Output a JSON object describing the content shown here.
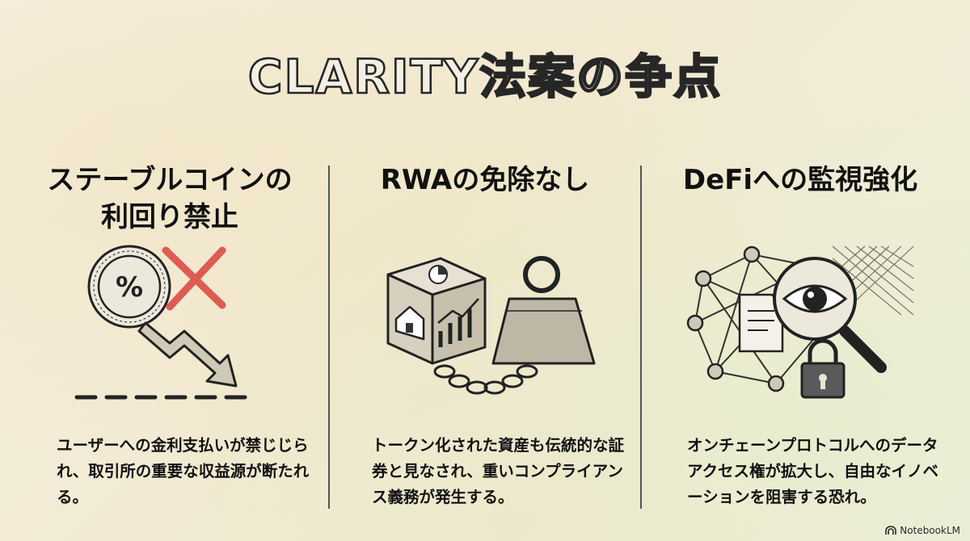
{
  "title": "CLARITY法案の争点",
  "columns": [
    {
      "heading_lines": [
        "ステーブルコインの",
        "利回り禁止"
      ],
      "description": "ユーザーへの金利支払いが禁じじられ、取引所の重要な収益源が断たれる。",
      "icons": [
        "percent-coin-icon",
        "red-x-icon",
        "down-arrow-icon"
      ]
    },
    {
      "heading_lines": [
        "RWAの免除なし"
      ],
      "description": "トークン化された資産も伝統的な証券と見なされ、重いコンプライアンス義務が発生する。",
      "icons": [
        "asset-cube-icon",
        "chain-icon",
        "weight-icon"
      ]
    },
    {
      "heading_lines": [
        "DeFiへの監視強化"
      ],
      "description": "オンチェーンプロトコルへのデータアクセス権が拡大し、自由なイノベーションを阻害する恐れ。",
      "icons": [
        "network-icon",
        "magnifier-eye-icon",
        "padlock-icon"
      ]
    }
  ],
  "brand": "NotebookLM",
  "colors": {
    "accent_red": "#d9443f",
    "ink": "#262626"
  }
}
